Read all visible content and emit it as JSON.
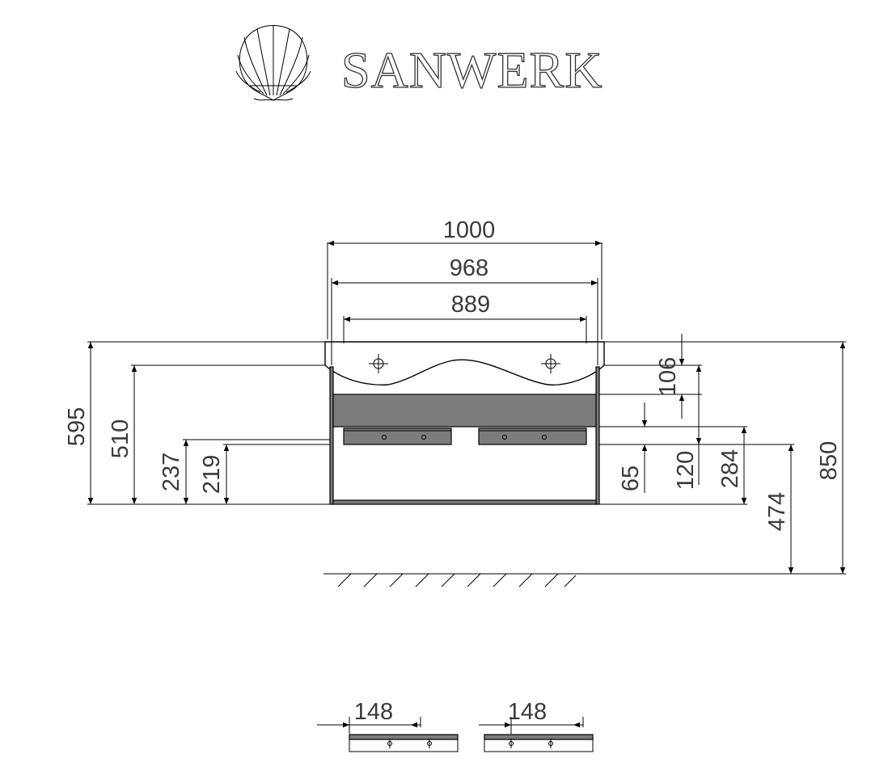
{
  "logo": {
    "brand": "SANWERK",
    "icon": "shell-icon"
  },
  "dimensions": {
    "width_total": "1000",
    "width_inner": "968",
    "width_basin": "889",
    "height_595": "595",
    "height_510": "510",
    "height_237": "237",
    "height_219": "219",
    "height_106": "106",
    "height_65": "65",
    "height_120": "120",
    "height_284": "284",
    "height_474": "474",
    "height_850": "850",
    "drawer_left_width": "148",
    "drawer_right_width": "148"
  },
  "colors": {
    "line": "#000000",
    "panel": "#7c7c7c",
    "text": "#3a3a3a"
  }
}
